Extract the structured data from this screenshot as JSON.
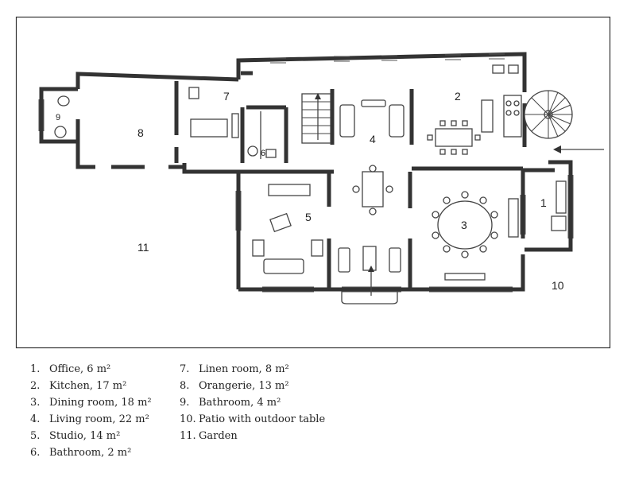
{
  "rooms": [
    {
      "number": "1",
      "name": "Office",
      "area": "6 m²"
    },
    {
      "number": "2",
      "name": "Kitchen",
      "area": "17 m²"
    },
    {
      "number": "3",
      "name": "Dining room",
      "area": "18 m²"
    },
    {
      "number": "4",
      "name": "Living room",
      "area": "22 m²"
    },
    {
      "number": "5",
      "name": "Studio",
      "area": "14 m²"
    },
    {
      "number": "6",
      "name": "Bathroom",
      "area": "2 m²"
    },
    {
      "number": "7",
      "name": "Linen room",
      "area": "8 m²"
    },
    {
      "number": "8",
      "name": "Orangerie",
      "area": "13 m²"
    },
    {
      "number": "9",
      "name": "Bathroom",
      "area": "4 m²"
    },
    {
      "number": "10",
      "name": "Patio with outdoor table",
      "area": ""
    },
    {
      "number": "11",
      "name": "Garden",
      "area": ""
    }
  ],
  "legend": [
    {
      "num": "1.",
      "text": "Office, 6 m²"
    },
    {
      "num": "2.",
      "text": "Kitchen, 17 m²"
    },
    {
      "num": "3.",
      "text": "Dining room, 18 m²"
    },
    {
      "num": "4.",
      "text": "Living room, 22 m²"
    },
    {
      "num": "5.",
      "text": "Studio, 14 m²"
    },
    {
      "num": "6.",
      "text": "Bathroom, 2 m²"
    },
    {
      "num": "7.",
      "text": "Linen room, 8 m²"
    },
    {
      "num": "8.",
      "text": "Orangerie, 13 m²"
    },
    {
      "num": "9.",
      "text": "Bathroom, 4 m²"
    },
    {
      "num": "10.",
      "text": "Patio with outdoor table"
    },
    {
      "num": "11.",
      "text": "Garden"
    }
  ]
}
